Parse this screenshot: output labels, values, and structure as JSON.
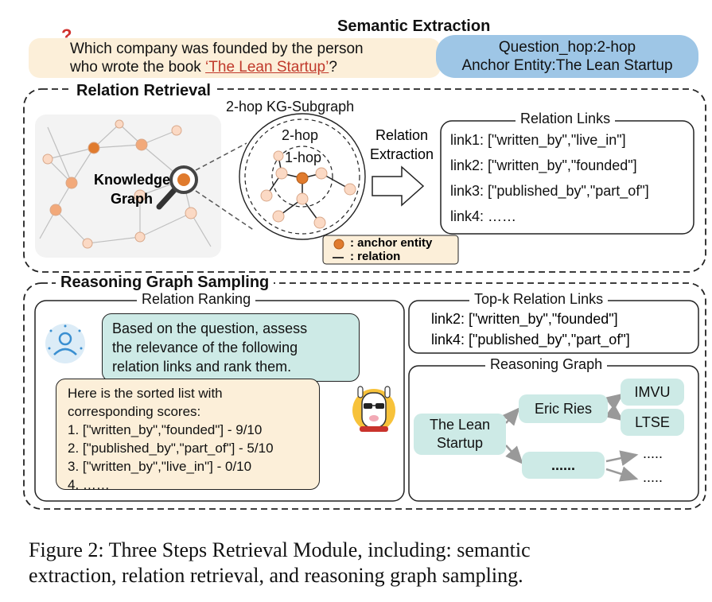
{
  "semantic": {
    "title": "Semantic Extraction",
    "question_l1": "Which company was founded by the person",
    "question_l2_pre": "who wrote the book ",
    "question_l2_book": "‘The Lean Startup’",
    "question_l2_post": "?",
    "hop_label": "Question_hop:2-hop",
    "anchor_label": "Anchor Entity:The Lean Startup"
  },
  "relation_retrieval": {
    "title": "Relation Retrieval",
    "kg_line1": "Knowledge",
    "kg_line2": "Graph",
    "subgraph_title": "2-hop KG-Subgraph",
    "hop2": "2-hop",
    "hop1": "1-hop",
    "extraction_l1": "Relation",
    "extraction_l2": "Extraction",
    "legend_anchor": ": anchor entity",
    "legend_relation": ": relation",
    "links_title": "Relation Links",
    "links": [
      "link1: [\"written_by\",\"live_in\"]",
      "link2: [\"written_by\",\"founded\"]",
      "link3: [\"published_by\",\"part_of\"]",
      "link4: ……"
    ]
  },
  "reasoning": {
    "title": "Reasoning Graph Sampling",
    "ranking_title": "Relation Ranking",
    "prompt_l1": "Based on the question, assess",
    "prompt_l2": "the relevance of the following",
    "prompt_l3": "relation links and rank them.",
    "response": [
      "Here is the sorted list with",
      "corresponding scores:",
      "1.   [\"written_by\",\"founded\"] - 9/10",
      "2.   [\"published_by\",\"part_of\"] - 5/10",
      "3.   [\"written_by\",\"live_in\"] - 0/10",
      "4.   ……"
    ],
    "topk_title": "Top-k Relation Links",
    "topk": [
      "link2:  [\"written_by\",\"founded\"]",
      "link4:  [\"published_by\",\"part_of\"]"
    ],
    "graph_title": "Reasoning Graph",
    "node_root_l1": "The Lean",
    "node_root_l2": "Startup",
    "node_eric": "Eric Ries",
    "node_imvu": "IMVU",
    "node_ltse": "LTSE",
    "node_more": "......",
    "more_a": ".....",
    "more_b": "....."
  },
  "caption": {
    "line1": "Figure 2: Three Steps Retrieval Module, including: semantic",
    "line2": "extraction, relation retrieval, and reasoning graph sampling."
  },
  "colors": {
    "accent_orange": "#e07b2e",
    "peach_node": "#fbd9c4",
    "teal_fill": "#cdeae6",
    "blue_pill": "#9ec6e6",
    "cream_fill": "#fcefd9"
  }
}
